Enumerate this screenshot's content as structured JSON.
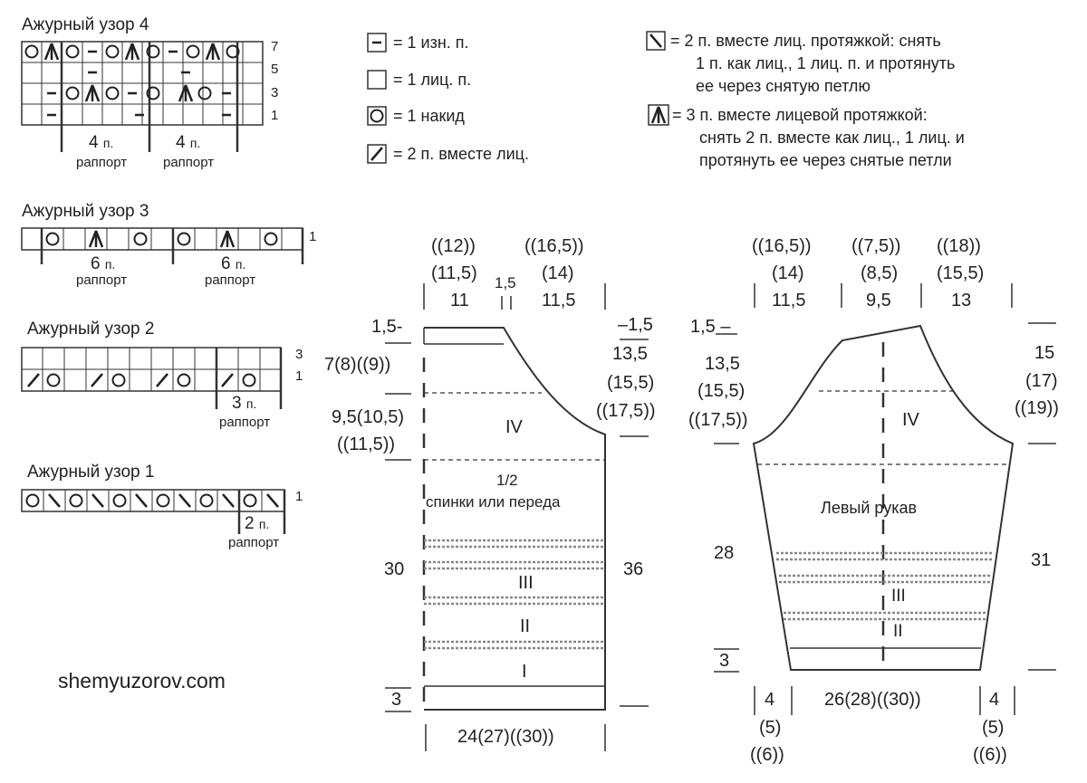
{
  "charts": {
    "p4": {
      "title": "Ажурный узор 4",
      "rows": [
        "7",
        "5",
        "3",
        "1"
      ],
      "rep_n": "4",
      "rep_unit": "п.",
      "rep_word": "раппорт"
    },
    "p3": {
      "title": "Ажурный узор 3",
      "rows": [
        "1"
      ],
      "rep_n": "6",
      "rep_unit": "п.",
      "rep_word": "раппорт"
    },
    "p2": {
      "title": "Ажурный узор 2",
      "rows": [
        "3",
        "1"
      ],
      "rep_n": "3",
      "rep_unit": "п.",
      "rep_word": "раппорт"
    },
    "p1": {
      "title": "Ажурный узор 1",
      "rows": [
        "1"
      ],
      "rep_n": "2",
      "rep_unit": "п.",
      "rep_word": "раппорт"
    }
  },
  "legend": {
    "purl": "= 1 изн. п.",
    "knit": "= 1 лиц. п.",
    "yo": "= 1 накид",
    "k2tog": "= 2 п. вместе лиц.",
    "skp_1": "= 2 п. вместе лиц. протяжкой: снять",
    "skp_2": "1 п. как лиц., 1 лиц. п. и протянуть",
    "skp_3": "ее через снятую петлю",
    "cdd_1": "= 3 п. вместе лицевой протяжкой:",
    "cdd_2": "снять 2 п. вместе как лиц., 1 лиц. и",
    "cdd_3": "протянуть ее через снятые петли"
  },
  "website": "shemyuzorov.com",
  "body_piece": {
    "label_1": "1/2",
    "label_2": "спинки или переда",
    "zone_iv": "IV",
    "zone_iii": "III",
    "zone_ii": "II",
    "zone_i": "I",
    "top_left_1": "((12))",
    "top_left_2": "(11,5)",
    "top_left_3": "11",
    "top_mid": "1,5",
    "top_right_1": "((16,5))",
    "top_right_2": "(14)",
    "top_right_3": "11,5",
    "left_top": "1,5-",
    "left_a": "7(8)((9))",
    "left_b1": "9,5(10,5)",
    "left_b2": "((11,5))",
    "left_c": "30",
    "left_d": "3",
    "right_top": "–1,5",
    "right_a1": "13,5",
    "right_a2": "(15,5)",
    "right_a3": "((17,5))",
    "right_b": "36",
    "bottom": "24(27)((30))"
  },
  "sleeve": {
    "label": "Левый рукав",
    "zone_iv": "IV",
    "zone_iii": "III",
    "zone_ii": "II",
    "top_1a": "((16,5))",
    "top_1b": "(14)",
    "top_1c": "11,5",
    "top_2a": "((7,5))",
    "top_2b": "(8,5)",
    "top_2c": "9,5",
    "top_3a": "((18))",
    "top_3b": "(15,5)",
    "top_3c": "13",
    "left_top": "1,5 –",
    "left_a1": "13,5",
    "left_a2": "(15,5)",
    "left_a3": "((17,5))",
    "left_b": "28",
    "left_c": "3",
    "right_a1": "15",
    "right_a2": "(17)",
    "right_a3": "((19))",
    "right_b": "31",
    "bottom_l1": "4",
    "bottom_l2": "(5)",
    "bottom_l3": "((6))",
    "bottom_mid": "26(28)((30))",
    "bottom_r1": "4",
    "bottom_r2": "(5)",
    "bottom_r3": "((6))"
  }
}
